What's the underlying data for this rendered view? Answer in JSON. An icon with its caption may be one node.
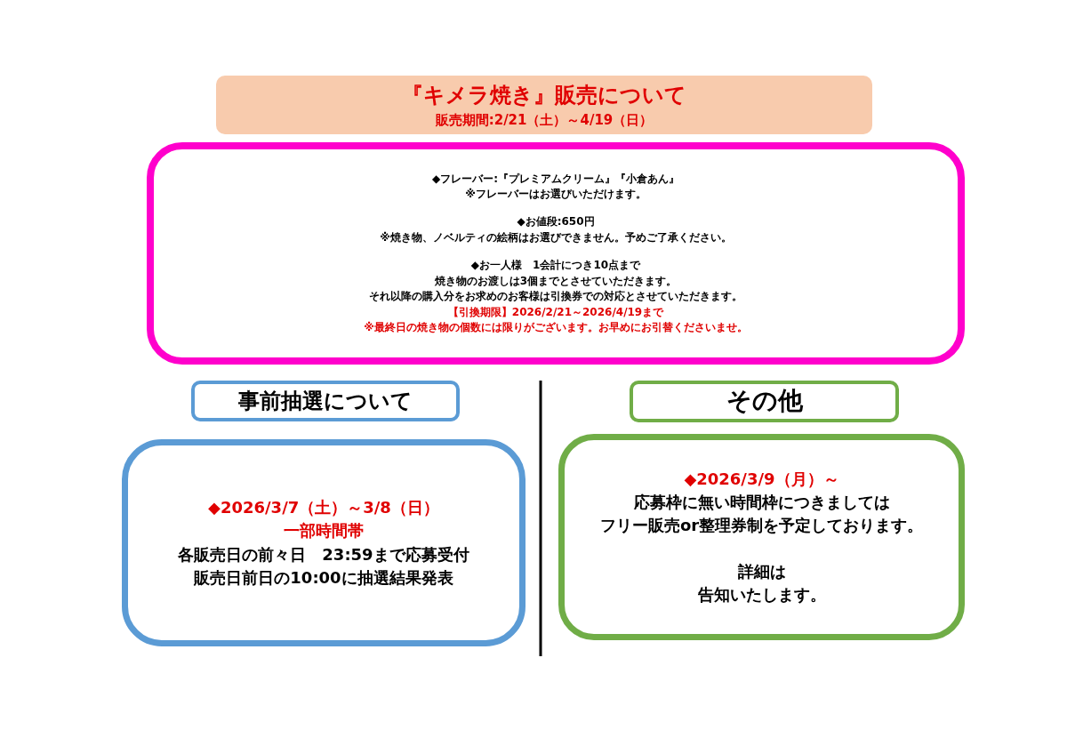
{
  "diagram": {
    "nodes": [
      {
        "text": [
          "『キメラ焼き』販売について",
          "販売期間:2/21（土）～4/19（日）"
        ]
      },
      {
        "text": [
          "◆フレーバー:**『プレミアムクリーム』『小倉あん』**",
          "※フレーバーはお選びいただけます。",
          "◆お値段:**650円**",
          "※焼き物、ノベルティの絵柄はお選びできません。予めご了承ください。",
          "◆お一人様　1会計につき**10点**まで",
          "焼き物のお渡しは**3個**までとさせていただきます。",
          "それ以降の購入分をお求めのお客様は引換券での対応とさせていただきます。",
          "【引換期限】2026/2/21～2026/4/19まで",
          "※最終日の焼き物の個数には限りがございます。お早めにお引替くださいませ。"
        ]
      },
      {
        "text": [
          "事前抽選について"
        ]
      },
      {
        "text": [
          "◆2026/3/7（土）～3/8（日）",
          "一部時間帯",
          "各販売日の前々日　23:59まで応募受付",
          "販売日前日の10:00に抽選結果発表"
        ]
      },
      {
        "text": [
          "その他"
        ]
      },
      {
        "text": [
          "◆2026/3/9（月）～",
          "応募枠に無い時間枠につきましては",
          "フリー販売or整理券制を予定しております。",
          "詳細は",
          "告知いたします。"
        ]
      }
    ],
    "edges": []
  }
}
